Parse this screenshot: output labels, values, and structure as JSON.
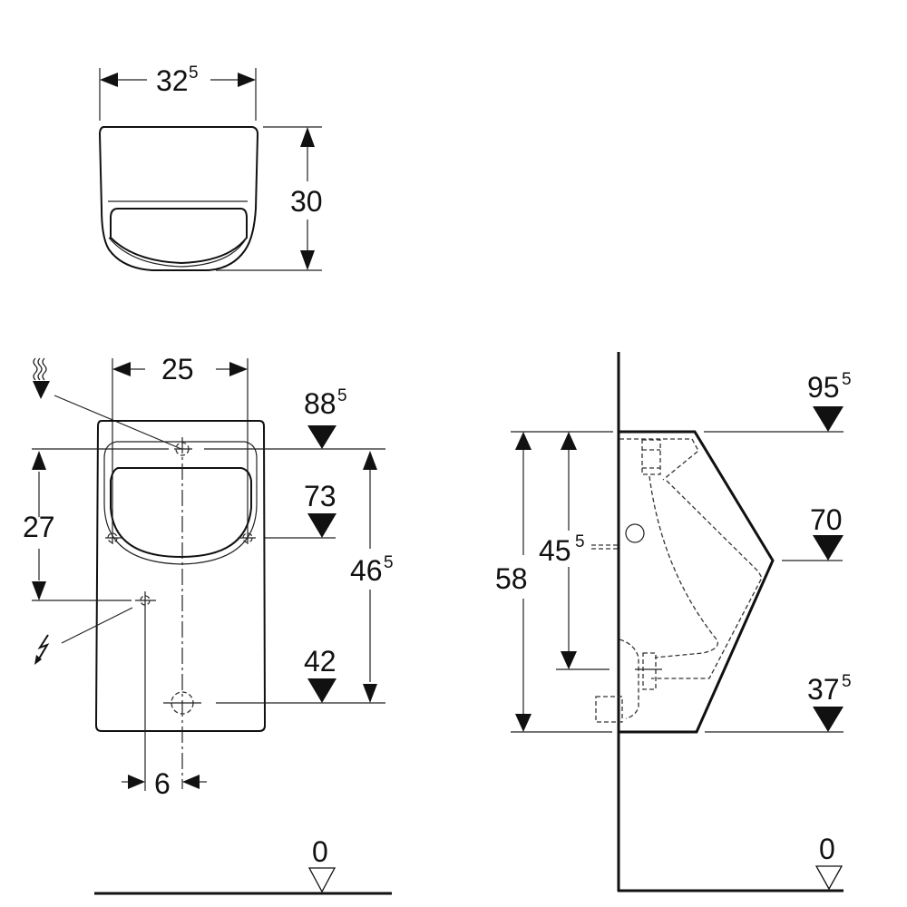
{
  "drawing": {
    "type": "technical dimension drawing",
    "units_note": "cm, superscript 5 = .5",
    "top_view": {
      "width_label": "32",
      "width_sup": "5",
      "depth_label": "30"
    },
    "front_view": {
      "inlet_spacing_label": "25",
      "inlet_height_label": "88",
      "inlet_height_sup": "5",
      "fixing_height_label": "73",
      "outlet_height_label": "42",
      "inlet_to_power_label": "27",
      "inlet_to_outlet_label": "46",
      "inlet_to_outlet_sup": "5",
      "power_offset_label": "6",
      "floor_label": "0",
      "water_supply_icon": "water-inlet-symbol",
      "power_icon": "electrical-lightning-symbol"
    },
    "side_view": {
      "top_height_label": "95",
      "top_height_sup": "5",
      "front_point_height_label": "70",
      "bottom_height_label": "37",
      "bottom_height_sup": "5",
      "total_height_label": "58",
      "top_to_outlet_label": "45",
      "top_to_outlet_sup": "5",
      "floor_label": "0"
    }
  }
}
